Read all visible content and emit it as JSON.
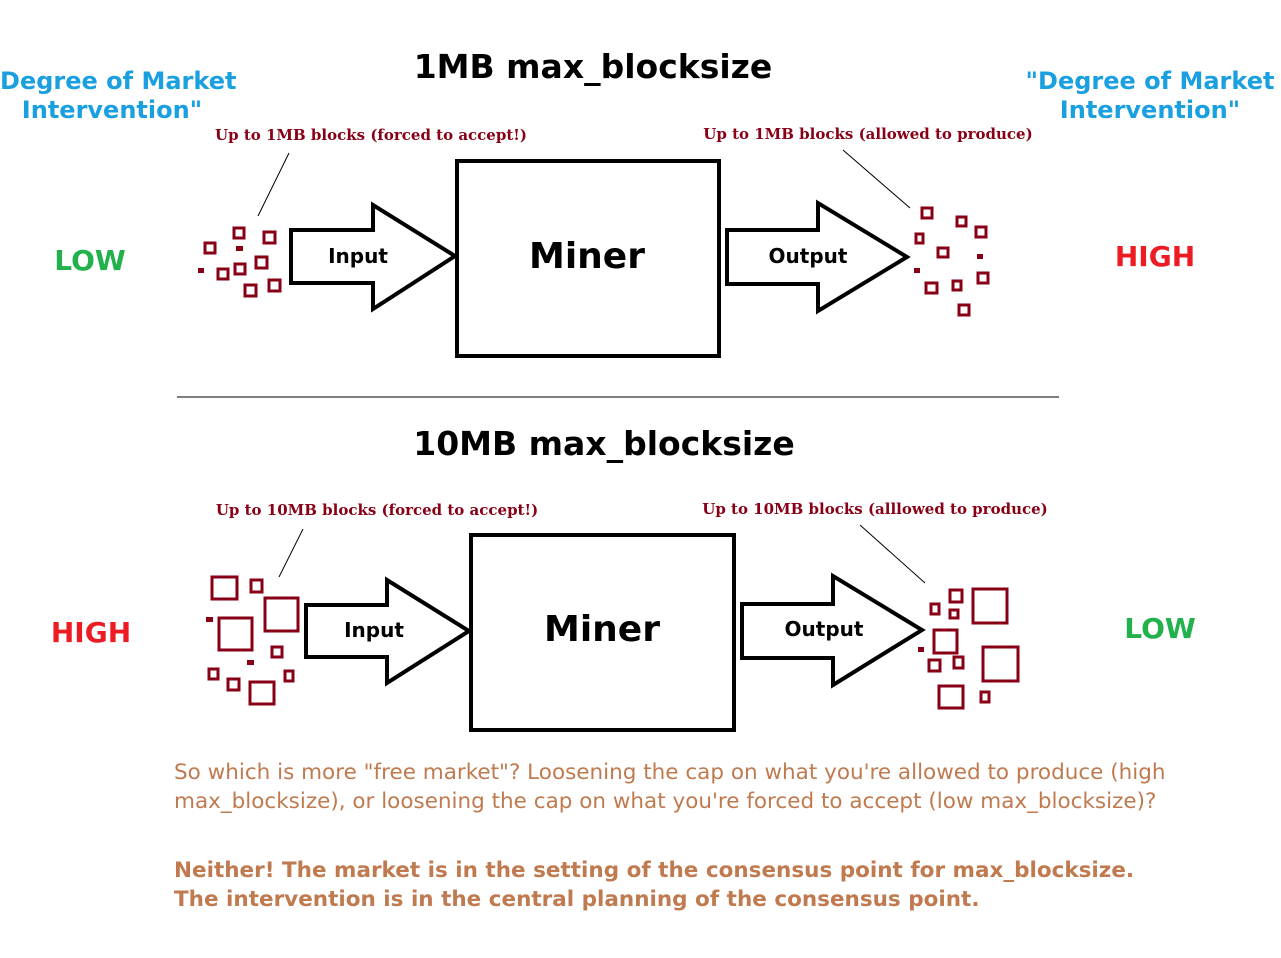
{
  "colors": {
    "blue": "#1aa0e0",
    "green": "#22b14c",
    "red": "#ed1c24",
    "block": "#880015",
    "caption": "#c07a4f"
  },
  "header": {
    "degree_label_line1": "\"Degree of Market",
    "degree_label_line2": "Intervention\""
  },
  "panels": [
    {
      "title": "1MB max_blocksize",
      "left_level": "LOW",
      "right_level": "HIGH",
      "input_note": "Up to 1MB blocks (forced to accept!)",
      "output_note": "Up to 1MB blocks (allowed to produce)",
      "input_label": "Input",
      "output_label": "Output",
      "miner_label": "Miner"
    },
    {
      "title": "10MB max_blocksize",
      "left_level": "HIGH",
      "right_level": "LOW",
      "input_note": "Up to 10MB blocks (forced to accept!)",
      "output_note": "Up to 10MB blocks (alllowed to produce)",
      "input_label": "Input",
      "output_label": "Output",
      "miner_label": "Miner"
    }
  ],
  "caption": {
    "question": "So which is more \"free market\"? Loosening the cap on what you're allowed to produce (high max_blocksize), or loosening the cap on what you're forced to accept (low max_blocksize)?",
    "answer": "Neither! The market is in the setting of the consensus point for max_blocksize. The intervention is in the central planning of the consensus point."
  }
}
